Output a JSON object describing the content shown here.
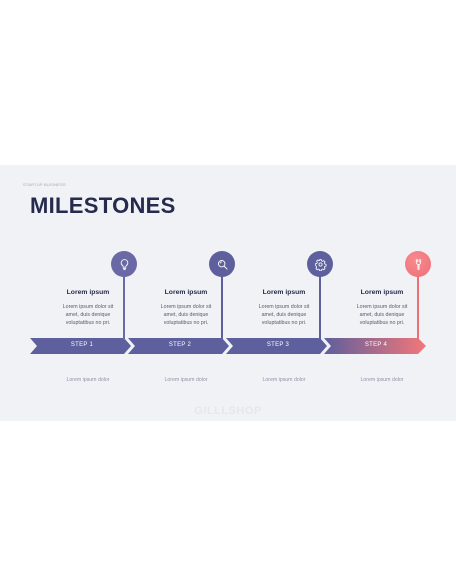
{
  "slide": {
    "kicker": "STARTUP BUSINESS",
    "title": "MILESTONES",
    "watermark": "GILLLSHOP"
  },
  "steps": [
    {
      "label": "STEP 1",
      "heading": "Lorem ipsum",
      "body": [
        "Lorem ipsum dolor sit",
        "amet, duis denique",
        "voluptatibus no pri."
      ],
      "caption": "Lorem ipsum dolor",
      "icon": "lightbulb-icon",
      "color": "#6b68a6"
    },
    {
      "label": "STEP 2",
      "heading": "Lorem ipsum",
      "body": [
        "Lorem ipsum dolor sit",
        "amet, duis denique",
        "voluptatibus no pri."
      ],
      "caption": "Lorem ipsum dolor",
      "icon": "magnifier-icon",
      "color": "#5e5f9d"
    },
    {
      "label": "STEP 3",
      "heading": "Lorem ipsum",
      "body": [
        "Lorem ipsum dolor sit",
        "amet, duis denique",
        "voluptatibus no pri."
      ],
      "caption": "Lorem ipsum dolor",
      "icon": "gear-icon",
      "color": "#5e5f9d"
    },
    {
      "label": "STEP 4",
      "heading": "Lorem ipsum",
      "body": [
        "Lorem ipsum dolor sit",
        "amet, duis denique",
        "voluptatibus no pri."
      ],
      "caption": "Lorem ipsum dolor",
      "icon": "wrench-icon",
      "color": "#f07880"
    }
  ],
  "colors": {
    "primary": "#5e5f9d",
    "accent": "#f37779",
    "title": "#262b4d",
    "background": "#f1f2f6"
  }
}
